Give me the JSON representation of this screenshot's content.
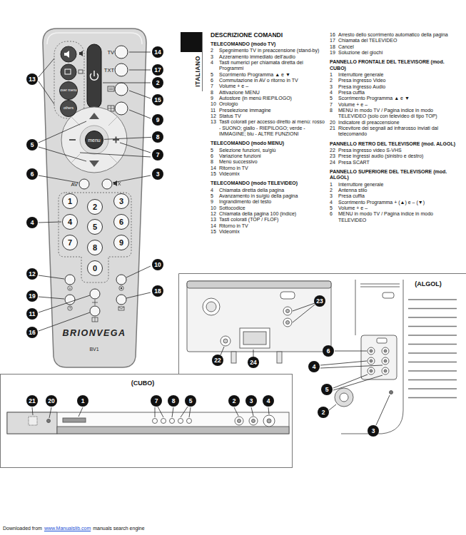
{
  "diagram": {
    "title": "DESCRIZIONE COMANDI",
    "nodes": [
      {
        "text": [
          "BRIONVEGA",
          "BV1"
        ]
      },
      {
        "text": [
          "over menu"
        ],
        "in": 0
      },
      {
        "text": [
          "others"
        ],
        "in": 0
      },
      {
        "text": [
          "menu"
        ],
        "in": 0
      },
      {
        "text": [
          "1"
        ],
        "in": 0
      },
      {
        "text": [
          "2"
        ],
        "in": 0
      },
      {
        "text": [
          "3"
        ],
        "in": 0
      },
      {
        "text": [
          "4"
        ],
        "in": 0
      },
      {
        "text": [
          "5"
        ],
        "in": 0
      },
      {
        "text": [
          "6"
        ],
        "in": 0
      },
      {
        "text": [
          "7"
        ],
        "in": 0
      },
      {
        "text": [
          "8"
        ],
        "in": 0
      },
      {
        "text": [
          "9"
        ],
        "in": 0
      },
      {
        "text": [
          "0"
        ],
        "in": 0
      },
      {
        "text": [
          "14"
        ]
      },
      {
        "text": [
          "17"
        ]
      },
      {
        "text": [
          "13"
        ]
      },
      {
        "text": [
          "2"
        ]
      },
      {
        "text": [
          "15"
        ]
      },
      {
        "text": [
          "9"
        ]
      },
      {
        "text": [
          "8"
        ]
      },
      {
        "text": [
          "5"
        ]
      },
      {
        "text": [
          "7"
        ]
      },
      {
        "text": [
          "6"
        ]
      },
      {
        "text": [
          "3"
        ]
      },
      {
        "text": [
          "4"
        ]
      },
      {
        "text": [
          "10"
        ]
      },
      {
        "text": [
          "12"
        ]
      },
      {
        "text": [
          "18"
        ]
      },
      {
        "text": [
          "19"
        ]
      },
      {
        "text": [
          "11"
        ]
      },
      {
        "text": [
          "16"
        ]
      },
      {
        "text": [
          "(ALGOL)"
        ]
      },
      {
        "text": [
          "23"
        ],
        "in": 32
      },
      {
        "text": [
          "22"
        ],
        "in": 32
      },
      {
        "text": [
          "24"
        ],
        "in": 32
      },
      {
        "text": [
          "6"
        ],
        "in": 32
      },
      {
        "text": [
          "4"
        ],
        "in": 32
      },
      {
        "text": [
          "5"
        ],
        "in": 32
      },
      {
        "text": [
          "2"
        ],
        "in": 32
      },
      {
        "text": [
          "3"
        ],
        "in": 32
      },
      {
        "text": [
          "(CUBO)"
        ]
      },
      {
        "text": [
          "21"
        ],
        "in": 41
      },
      {
        "text": [
          "20"
        ],
        "in": 41
      },
      {
        "text": [
          "1"
        ],
        "in": 41
      },
      {
        "text": [
          "7"
        ],
        "in": 41
      },
      {
        "text": [
          "8"
        ],
        "in": 41
      },
      {
        "text": [
          "5"
        ],
        "in": 41
      },
      {
        "text": [
          "2"
        ],
        "in": 41
      },
      {
        "text": [
          "3"
        ],
        "in": 41
      },
      {
        "text": [
          "4"
        ],
        "in": 41
      }
    ],
    "edges": [
      {
        "from": 20,
        "to": 3,
        "arrow": "none"
      }
    ],
    "labels": [
      "ITALIANO",
      "TELECOMANDO (modo TV)",
      "2",
      "Spegnimento TV in preaccensione (stand-by)",
      "3",
      "Azzeramento immediato dell'audio",
      "4",
      "Tasti numerici per chiamata diretta dei Programmi",
      "5",
      "Scorrimento Programma ▲ e ▼",
      "6",
      "Commutazione in AV o ritorno in TV",
      "7",
      "Volume + e –",
      "8",
      "Attivazione MENU",
      "9",
      "Autostore (in menù RIEPILOGO)",
      "10",
      "Orologio",
      "11",
      "Preselezione immagine",
      "12",
      "Status TV",
      "13",
      "Tasti colorati per accesso diretto ai menù: rosso - SUONO; giallo - RIEPILOGO; verde - IMMAGINE; blu - ALTRE FUNZIONI",
      "TELECOMANDO (modo MENU)",
      "5",
      "Selezione funzioni, su/giù",
      "6",
      "Variazione funzioni",
      "8",
      "Menù successivo",
      "14",
      "Ritorno in TV",
      "15",
      "Videomix",
      "TELECOMANDO (modo TELEVIDEO)",
      "4",
      "Chiamata diretta della pagina",
      "5",
      "Avanzamento in su/giù della pagina",
      "9",
      "Ingrandimento del testo",
      "10",
      "Sottocodice",
      "12",
      "Chiamata della pagina 100 (indice)",
      "13",
      "Tasti colorati (TOP / FLOF)",
      "14",
      "Ritorno in TV",
      "15",
      "Videomix",
      "16",
      "Arresto dello scorrimento automatico della pagina",
      "17",
      "Chiamata del TELEVIDEO",
      "18",
      "Cancel",
      "19",
      "Soluzione dei giochi",
      "PANNELLO FRONTALE DEL TELEVISORE (mod. CUBO)",
      "1",
      "Interruttore generale",
      "2",
      "Presa ingresso Video",
      "3",
      "Presa ingresso Audio",
      "4",
      "Presa cuffia",
      "5",
      "Scorrimento Programma ▲ e ▼",
      "7",
      "Volume + e –",
      "8",
      "MENU in modo TV / Pagina indice in modo TELEVIDEO (solo con televideo di tipo TOP)",
      "20",
      "Indicatore di preaccensione",
      "21",
      "Ricevitore dei segnali ad infrarosso inviati dal telecomando",
      "PANNELLO RETRO DEL TELEVISORE (mod. ALGOL)",
      "22",
      "Presa ingresso video S-VHS",
      "23",
      "Prese ingressi audio (sinistro e destro)",
      "24",
      "Presa SCART",
      "PANNELLO SUPERIORE DEL TELEVISORE (mod. ALGOL)",
      "1",
      "Interruttore generale",
      "2",
      "Antenna stilo",
      "3",
      "Presa cuffia",
      "4",
      "Scorrimento Programma + (▲) e – (▼)",
      "5",
      "Volume + e –",
      "6",
      "MENU in modo TV / Pagina indice in modo TELEVIDEO",
      "TV",
      "TXT",
      "AV",
      "Downloaded from",
      "www.Manualslib.com",
      "manuals search engine"
    ]
  }
}
